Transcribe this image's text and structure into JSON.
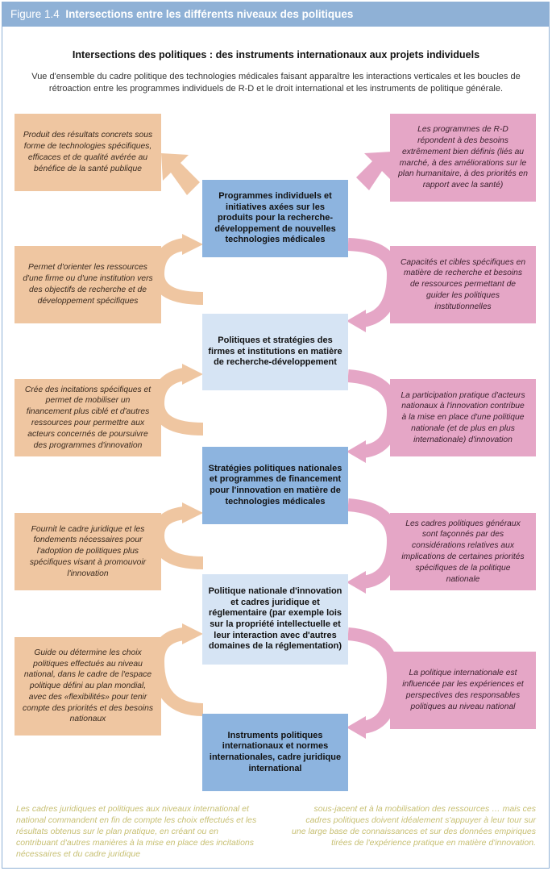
{
  "header": {
    "figure_label": "Figure 1.4",
    "title": "Intersections entre les différents niveaux des politiques"
  },
  "subtitle": "Intersections des politiques : des instruments internationaux aux projets individuels",
  "intro": "Vue d'ensemble du cadre politique des technologies médicales faisant apparaître les interactions verticales et les boucles de rétroaction entre les programmes individuels de R-D et le droit international et les instruments de politique générale.",
  "levels": [
    "Programmes individuels et initiatives axées sur les produits pour la recherche-développement de nouvelles technologies médicales",
    "Politiques et stratégies des firmes et institutions en matière de recherche-développement",
    "Stratégies politiques nationales et programmes de financement pour l'innovation en matière de technologies médicales",
    "Politique nationale d'innovation et cadres juridique et réglementaire (par exemple lois sur la propriété intellectuelle et leur interaction avec d'autres domaines de la réglementation)",
    "Instruments politiques internationaux et normes internationales, cadre juridique international"
  ],
  "left_notes": [
    "Produit des résultats concrets sous forme de technologies spécifiques, efficaces et de qualité avérée au bénéfice de la santé publique",
    "Permet d'orienter les ressources d'une firme ou d'une institution vers des objectifs de recherche et de développement spécifiques",
    "Crée des incitations spécifiques et permet de mobiliser un financement plus ciblé et d'autres ressources pour permettre aux acteurs concernés de poursuivre des programmes d'innovation",
    "Fournit le cadre juridique et les fondements nécessaires pour l'adoption de politiques plus spécifiques visant à promouvoir l'innovation",
    "Guide ou détermine les choix politiques effectués au niveau national, dans le cadre de l'espace politique défini au plan mondial, avec des «flexibilités» pour tenir compte des priorités et des besoins nationaux"
  ],
  "right_notes": [
    "Les programmes de R-D répondent à des besoins extrêmement bien définis (liés au marché, à des améliorations sur le plan humanitaire, à des priorités en rapport avec la santé)",
    "Capacités et cibles spécifiques en matière de recherche et besoins de ressources permettant de guider les politiques institutionnelles",
    "La participation pratique d'acteurs nationaux à l'innovation contribue à la mise en place d'une politique nationale (et de plus en plus internationale) d'innovation",
    "Les cadres politiques généraux sont façonnés par des considérations relatives aux implications de certaines priorités spécifiques de la politique nationale",
    "La politique internationale est influencée par les expériences et perspectives des responsables politiques au niveau national"
  ],
  "footer": {
    "left": "Les cadres juridiques et politiques aux niveaux international et national commandent en fin de compte les choix effectués et les résultats obtenus sur le plan pratique, en créant ou en contribuant d'autres manières à la mise en place des incitations nécessaires et du cadre juridique",
    "right": "sous-jacent et à la mobilisation des ressources … mais ces cadres politiques doivent idéalement s'appuyer à leur tour sur une large base de connaissances et sur des données empiriques tirées de l'expérience pratique en matière d'innovation."
  },
  "colors": {
    "header": "#8fb1d6",
    "level_dark": "#8db4df",
    "level_light": "#d6e4f4",
    "left_note": "#efc6a1",
    "right_note": "#e5a6c6",
    "footer_text": "#c7bf72"
  }
}
